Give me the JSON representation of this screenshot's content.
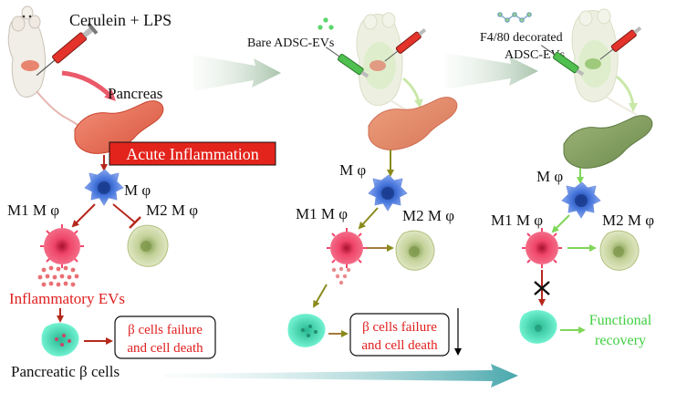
{
  "panel1": {
    "treatment": "Cerulein + LPS",
    "organ": "Pancreas",
    "inflammation": "Acute Inflammation",
    "macrophage": "M φ",
    "m1": "M1 M φ",
    "m2": "M2 M φ",
    "evs": "Inflammatory EVs",
    "outcome_line1": "β cells failure",
    "outcome_line2": "and cell death",
    "beta_cells": "Pancreatic β cells"
  },
  "panel2": {
    "treatment": "Bare ADSC-EVs",
    "macrophage": "M φ",
    "m1": "M1 M φ",
    "m2": "M2 M φ",
    "outcome_line1": "β cells failure",
    "outcome_line2": "and cell death"
  },
  "panel3": {
    "treatment_line1": "F4/80 decorated",
    "treatment_line2": "ADSC-EVs",
    "macrophage": "M φ",
    "m1": "M1 M φ",
    "m2": "M2 M φ",
    "outcome_line1": "Functional",
    "outcome_line2": "recovery"
  },
  "colors": {
    "arrow_dark_red": "#b5281c",
    "arrow_olive": "#8a8a1c",
    "arrow_green": "#7fd65a",
    "m1_cell": "#e8365a",
    "m2_cell": "#b9c98a",
    "macrophage": "#3f6fd6",
    "beta_cell": "#35d6b0",
    "pancreas_inflamed": "#e56b54",
    "pancreas_mild": "#e07a60",
    "pancreas_healthy": "#7d9a5a",
    "inflammation_box": "#e3241c",
    "recovery_text": "#3fcf3f",
    "evs_text": "#e01e1e"
  }
}
